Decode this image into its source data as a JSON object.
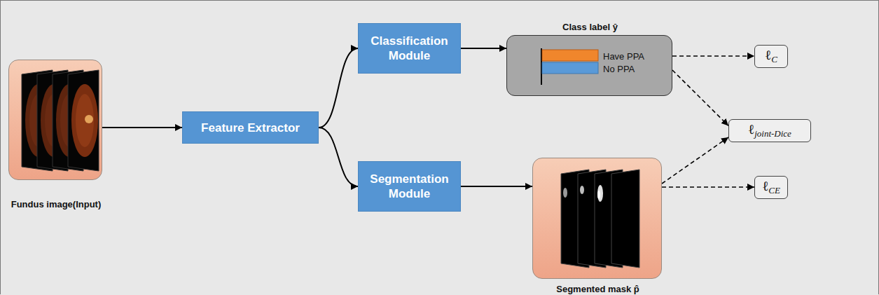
{
  "diagram": {
    "nodes": [
      {
        "text": [
          "Fundus image(Input)"
        ]
      },
      {
        "text": [
          "Feature Extractor"
        ]
      },
      {
        "text": [
          "Classification Module"
        ]
      },
      {
        "text": [
          "Segmentation Module"
        ]
      },
      {
        "text": [
          "Class label ŷ",
          "Have PPA",
          "No PPA"
        ]
      },
      {
        "text": [
          "Segmented mask p̂"
        ]
      },
      {
        "text": [
          "ℓC"
        ]
      },
      {
        "text": [
          "ℓjoint-Dice"
        ]
      },
      {
        "text": [
          "ℓCE"
        ]
      }
    ],
    "edges": [
      {
        "from": 0,
        "to": 1,
        "arrow": "to"
      },
      {
        "from": 1,
        "to": 2,
        "arrow": "to"
      },
      {
        "from": 1,
        "to": 3,
        "arrow": "to"
      },
      {
        "from": 2,
        "to": 4,
        "arrow": "to"
      },
      {
        "from": 3,
        "to": 5,
        "arrow": "to"
      },
      {
        "from": 4,
        "to": 6,
        "arrow": "to"
      },
      {
        "from": 4,
        "to": 7,
        "arrow": "to"
      },
      {
        "from": 5,
        "to": 7,
        "arrow": "to"
      },
      {
        "from": 5,
        "to": 8,
        "arrow": "to"
      }
    ]
  }
}
